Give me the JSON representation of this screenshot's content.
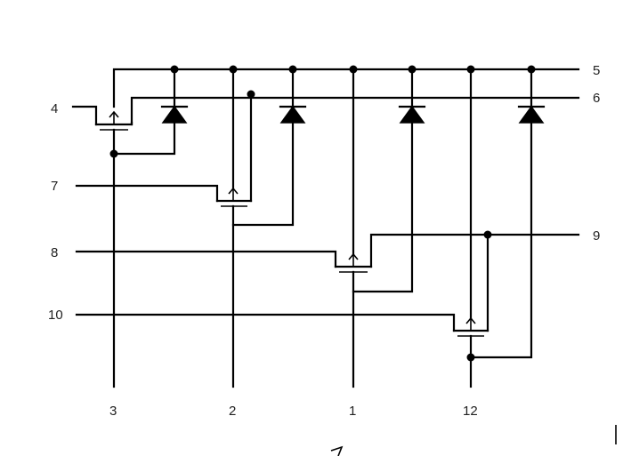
{
  "pins": {
    "left": [
      "4",
      "7",
      "8",
      "10"
    ],
    "right": [
      "5",
      "6",
      "9"
    ],
    "bottom": [
      "3",
      "2",
      "1",
      "12"
    ]
  },
  "components": {
    "transistors": [
      "q1",
      "q2",
      "q3",
      "q4"
    ],
    "diodes": [
      "d1",
      "d2",
      "d3",
      "d4"
    ]
  }
}
